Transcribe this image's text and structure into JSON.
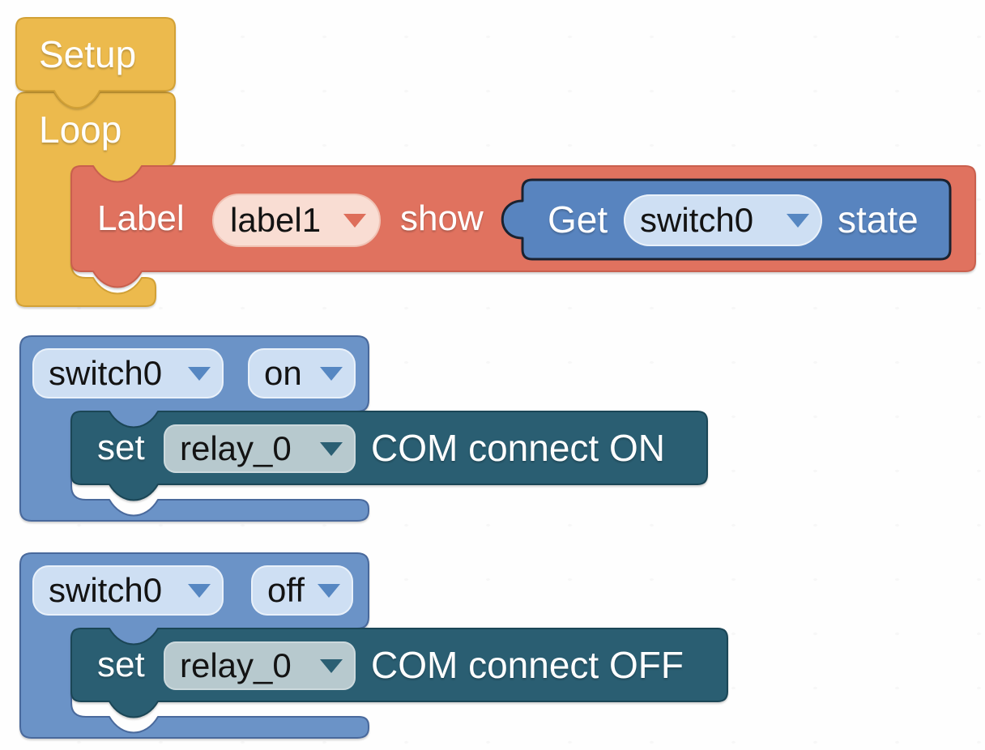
{
  "workspace": {
    "background": "#ffffff"
  },
  "colors": {
    "yellow_block": "#ecba4d",
    "yellow_border": "#d2a136",
    "red_block": "#e0725f",
    "red_border": "#c9604e",
    "red_pill_bg": "#f9ddd3",
    "value_blue_block": "#5884bf",
    "value_blue_border": "#1a2230",
    "outer_blue_block": "#6b93c7",
    "outer_blue_border": "#49699c",
    "teal_block": "#2a5e72",
    "teal_border": "#1b4656",
    "blue_pill_bg": "#cedff3",
    "gray_pill_bg": "#b7c9ce",
    "caret_red": "#de6e5a",
    "caret_blue": "#5687c2",
    "caret_teal": "#2b5f73"
  },
  "blocks": {
    "setup": {
      "label": "Setup"
    },
    "loop": {
      "label": "Loop"
    },
    "label_show": {
      "prefix": "Label",
      "label_dropdown": "label1",
      "suffix": "show"
    },
    "get_state": {
      "prefix": "Get",
      "device_dropdown": "switch0",
      "suffix": "state"
    },
    "switch_on": {
      "device_dropdown": "switch0",
      "event_dropdown": "on",
      "set": {
        "prefix": "set",
        "relay_dropdown": "relay_0",
        "action": "COM connect ON"
      }
    },
    "switch_off": {
      "device_dropdown": "switch0",
      "event_dropdown": "off",
      "set": {
        "prefix": "set",
        "relay_dropdown": "relay_0",
        "action": "COM connect OFF"
      }
    }
  }
}
